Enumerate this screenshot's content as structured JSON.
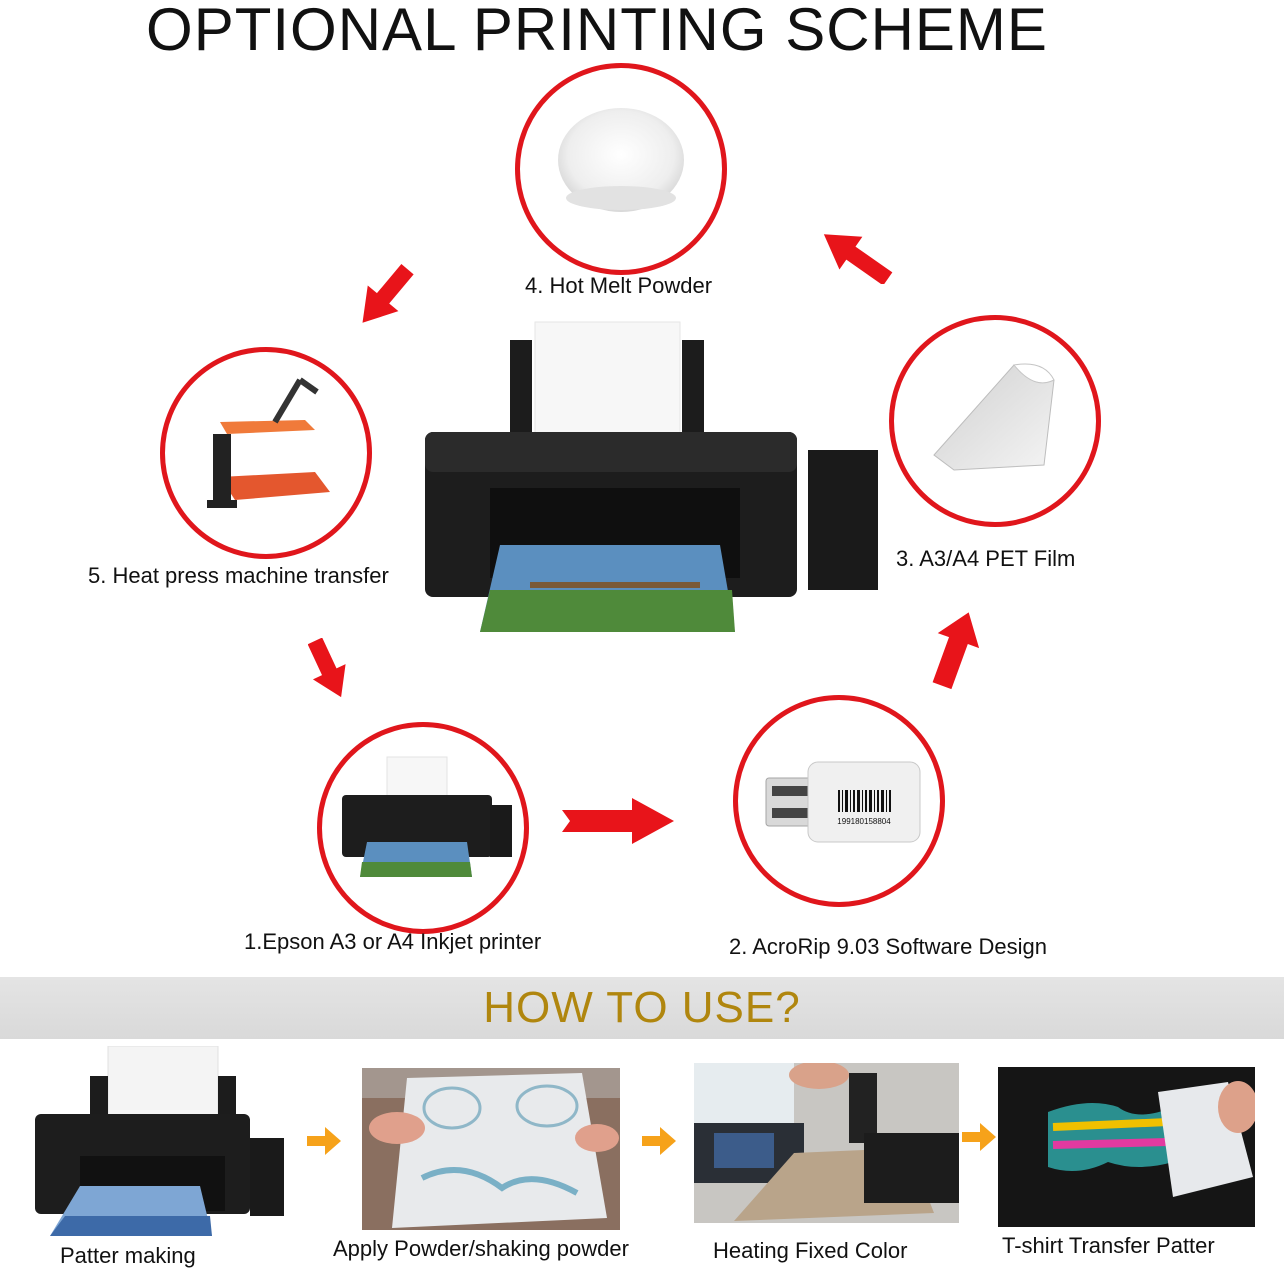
{
  "title": "OPTIONAL PRINTING SCHEME",
  "cycle": {
    "step1": "1.Epson A3 or A4 Inkjet printer",
    "step2": "2. AcroRip 9.03 Software Design",
    "step3": "3. A3/A4 PET Film",
    "step4": "4. Hot Melt Powder",
    "step5": "5. Heat press machine transfer",
    "dongle_code": "199180158804"
  },
  "how_to_use": {
    "heading": "HOW  TO USE?",
    "steps": [
      {
        "label": "Patter making"
      },
      {
        "label": "Apply Powder/shaking powder"
      },
      {
        "label": "Heating Fixed Color"
      },
      {
        "label": "T-shirt Transfer Patter"
      }
    ]
  },
  "colors": {
    "arrow": "#e8141a",
    "circle_border": "#e0161c",
    "heading_gold": "#b0860e",
    "small_arrow": "#f6a21a"
  }
}
